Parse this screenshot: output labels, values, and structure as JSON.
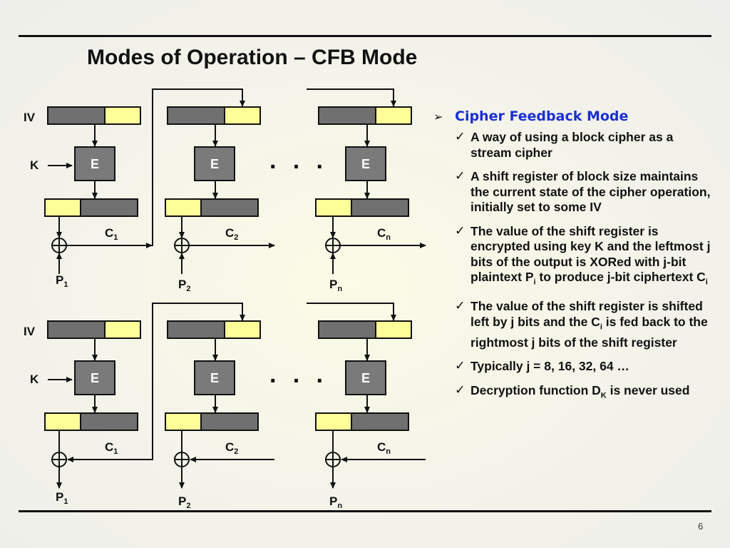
{
  "slide": {
    "title": "Modes of Operation – CFB Mode",
    "page_number": "6"
  },
  "diagram": {
    "encrypt": {
      "iv_label": "IV",
      "key_label": "K",
      "block_label": "E",
      "ellipsis": "· · ·",
      "plaintext": [
        "P",
        "P",
        "P"
      ],
      "plaintext_subs": [
        "1",
        "2",
        "n"
      ],
      "ciphertext": [
        "C",
        "C",
        "C"
      ],
      "ciphertext_subs": [
        "1",
        "2",
        "n"
      ]
    },
    "decrypt": {
      "iv_label": "IV",
      "key_label": "K",
      "block_label": "E",
      "ellipsis": "· · ·",
      "plaintext": [
        "P",
        "P",
        "P"
      ],
      "plaintext_subs": [
        "1",
        "2",
        "n"
      ],
      "ciphertext": [
        "C",
        "C",
        "C"
      ],
      "ciphertext_subs": [
        "1",
        "2",
        "n"
      ]
    },
    "colors": {
      "register_gray": "#707070",
      "register_yellow": "#ffff99",
      "block_fill": "#7a7a7a",
      "line": "#111111"
    }
  },
  "bullets": {
    "main_icon": "arrowhead-bullet-icon",
    "check_icon": "checkmark-icon",
    "main": "Cipher Feedback Mode",
    "items": [
      {
        "parts": [
          {
            "t": "A way of using a block cipher as a stream cipher"
          }
        ]
      },
      {
        "parts": [
          {
            "t": "A shift register of block size maintains the current state of the cipher operation, initially set to some IV"
          }
        ]
      },
      {
        "parts": [
          {
            "t": "The value of the shift register is encrypted using key K and the leftmost j bits of  the output is XORed with j-bit plaintext P"
          },
          {
            "sub": "i"
          },
          {
            "t": " to produce j-bit ciphertext C"
          },
          {
            "sub": "i"
          }
        ]
      },
      {
        "parts": [
          {
            "t": "The value of the shift register is shifted left by j bits and the C"
          },
          {
            "sub": "i"
          },
          {
            "t": " is fed back to the rightmost j bits of the shift register"
          }
        ]
      },
      {
        "parts": [
          {
            "t": "Typically j = 8, 16, 32, 64 …"
          }
        ]
      },
      {
        "parts": [
          {
            "t": "Decryption function D"
          },
          {
            "sub": "K"
          },
          {
            "t": " is never used"
          }
        ]
      }
    ]
  }
}
